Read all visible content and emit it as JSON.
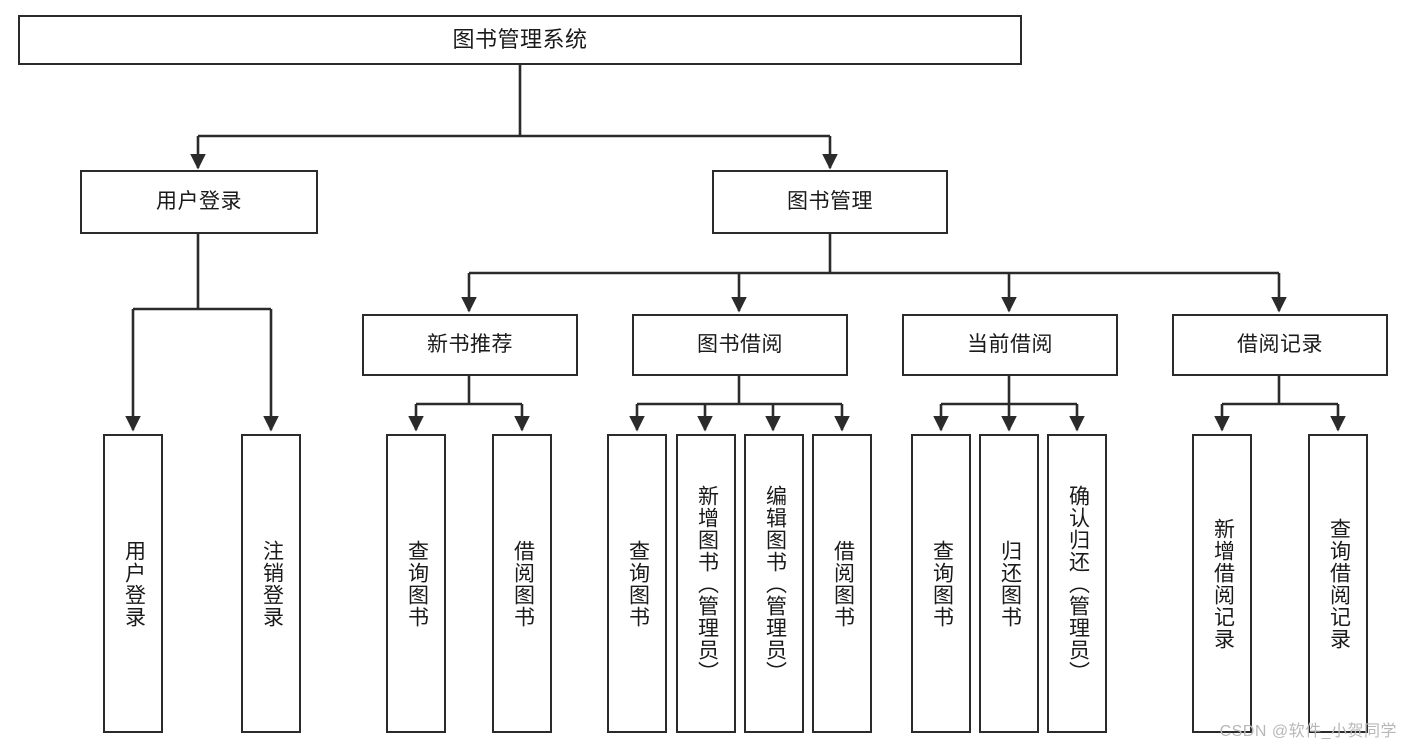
{
  "diagram": {
    "type": "tree",
    "title": "图书管理系统",
    "orientation": "top-down",
    "colors": {
      "background": "#ffffff",
      "node_fill": "#ffffff",
      "node_stroke": "#2b2b2b",
      "edge_stroke": "#2b2b2b",
      "text": "#1a1a1a",
      "watermark": "#b8b8b8"
    },
    "watermark": "CSDN @软件_小贺同学"
  },
  "nodes": {
    "root": {
      "label": "图书管理系统"
    },
    "level1": [
      {
        "id": "user-login",
        "label": "用户登录"
      },
      {
        "id": "book-manage",
        "label": "图书管理"
      }
    ],
    "level2": [
      {
        "id": "new-book-recommend",
        "label": "新书推荐"
      },
      {
        "id": "book-borrow",
        "label": "图书借阅"
      },
      {
        "id": "current-borrow",
        "label": "当前借阅"
      },
      {
        "id": "borrow-record",
        "label": "借阅记录"
      }
    ],
    "leaves": {
      "user_login": [
        {
          "id": "leaf-user-login",
          "label": "用户登录"
        },
        {
          "id": "leaf-logout-login",
          "label": "注销登录"
        }
      ],
      "new_book_recommend": [
        {
          "id": "leaf-query-book-1",
          "label": "查询图书"
        },
        {
          "id": "leaf-borrow-book-1",
          "label": "借阅图书"
        }
      ],
      "book_borrow": [
        {
          "id": "leaf-query-book-2",
          "label": "查询图书"
        },
        {
          "id": "leaf-add-book",
          "label": "新增图书（管理员）"
        },
        {
          "id": "leaf-edit-book",
          "label": "编辑图书（管理员）"
        },
        {
          "id": "leaf-borrow-book-2",
          "label": "借阅图书"
        }
      ],
      "current_borrow": [
        {
          "id": "leaf-query-book-3",
          "label": "查询图书"
        },
        {
          "id": "leaf-return-book",
          "label": "归还图书"
        },
        {
          "id": "leaf-confirm-return",
          "label": "确认归还（管理员）"
        }
      ],
      "borrow_record": [
        {
          "id": "leaf-add-record",
          "label": "新增借阅记录"
        },
        {
          "id": "leaf-query-record",
          "label": "查询借阅记录"
        }
      ]
    }
  }
}
